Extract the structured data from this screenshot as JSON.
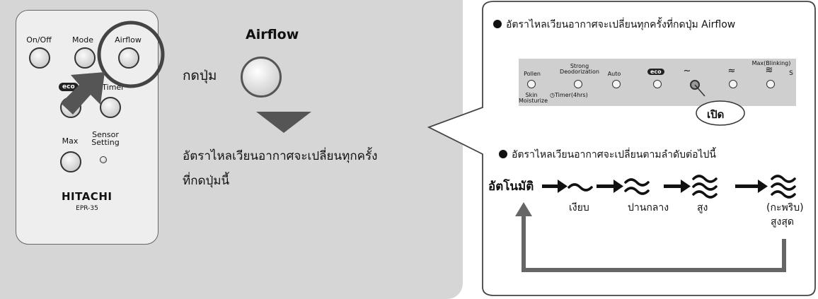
{
  "left": {
    "remote": {
      "btn_onoff": "On/Off",
      "btn_mode": "Mode",
      "btn_airflow": "Airflow",
      "eco": "eco",
      "btn_timer": "Timer",
      "btn_max": "Max",
      "btn_sensor": "Sensor Setting",
      "brand": "HITACHI",
      "model": "EPR-35"
    },
    "airflow_title": "Airflow",
    "press_label": "กดปุ่ม",
    "instruction_line1": "อัตราไหลเวียนอากาศจะเปลี่ยนทุกครั้ง",
    "instruction_line2": "ที่กดปุ่มนี้"
  },
  "callout": {
    "note1": "อัตราไหลเวียนอากาศจะเปลี่ยนทุกครั้งที่กดปุ่ม Airflow",
    "panel": {
      "pollen": "Pollen",
      "strong": "Strong Deodorization",
      "auto": "Auto",
      "eco": "eco",
      "low_symbol": "~",
      "med_symbol": "≈",
      "max_label": "Max(Blinking)",
      "max_symbol": "≋",
      "extra_symbol": "S",
      "skin": "Skin Moisturize",
      "timer": "Timer(4hrs)",
      "on_label": "เปิด"
    },
    "note2": "อัตราไหลเวียนอากาศจะเปลี่ยนตามลำดับต่อไปนี้",
    "sequence": {
      "auto": "อัตโนมัติ",
      "quiet": "เงียบ",
      "medium": "ปานกลาง",
      "high": "สูง",
      "max_blink": "(กะพริบ)",
      "max": "สูงสุด"
    }
  },
  "colors": {
    "panel_gray": "#d6d6d6",
    "arrow_gray": "#666666",
    "dark": "#111111"
  }
}
